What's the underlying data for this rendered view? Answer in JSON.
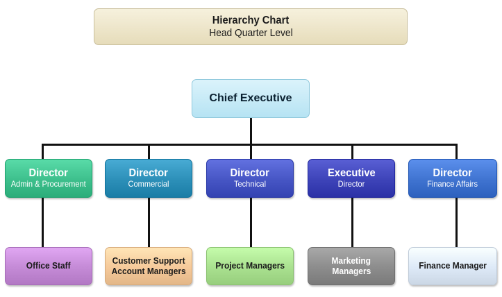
{
  "header": {
    "title": "Hierarchy Chart",
    "subtitle": "Head Quarter Level"
  },
  "root": {
    "label": "Chief Executive"
  },
  "directors": [
    {
      "title": "Director",
      "subtitle": "Admin & Procurement",
      "color": "#3dbf8c"
    },
    {
      "title": "Director",
      "subtitle": "Commercial",
      "color": "#2c8fb8"
    },
    {
      "title": "Director",
      "subtitle": "Technical",
      "color": "#4655c4"
    },
    {
      "title": "Executive",
      "subtitle": "Director",
      "color": "#3d43b8"
    },
    {
      "title": "Director",
      "subtitle": "Finance Affairs",
      "color": "#3f73d0"
    }
  ],
  "teams": [
    {
      "line1": "Office Staff",
      "line2": "",
      "color": "#c48ad6"
    },
    {
      "line1": "Customer Support",
      "line2": "Account Managers",
      "color": "#f5c99a"
    },
    {
      "line1": "Project Managers",
      "line2": "",
      "color": "#a9e08f"
    },
    {
      "line1": "Marketing",
      "line2": "Managers",
      "color": "#8c8c8c"
    },
    {
      "line1": "Finance Manager",
      "line2": "",
      "color": "#dde9f7"
    }
  ]
}
